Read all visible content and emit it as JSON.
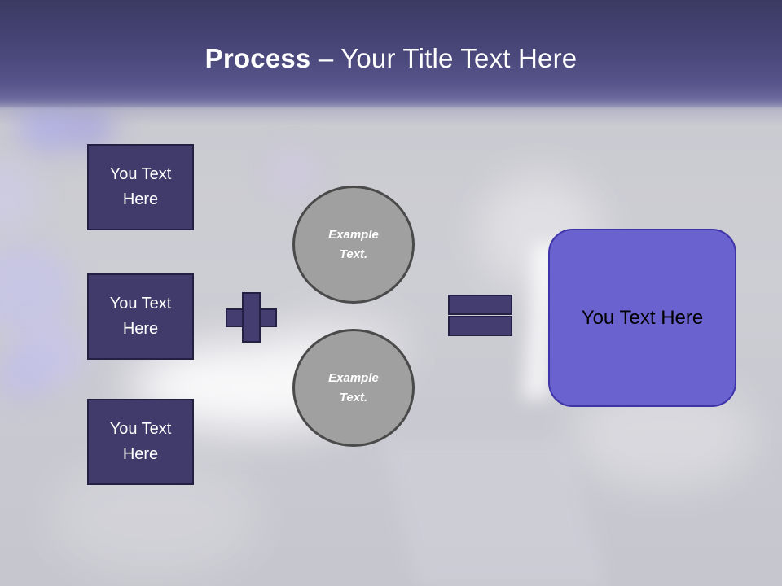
{
  "slide": {
    "title": {
      "emphasis": "Process",
      "separator": " – ",
      "rest": "Your Title Text Here",
      "color": "#ffffff"
    },
    "theme": {
      "header_top": "#3b3b62",
      "header_bottom": "#6c6a9d",
      "background": "#c9c9d0",
      "box_fill": "#403b6b",
      "box_border": "#242043",
      "circle_fill": "#a0a0a0",
      "circle_border": "#4a4a4a",
      "result_fill": "#6a62cf",
      "result_border": "#3f33a8",
      "operator_fill": "#433e6f"
    },
    "inputs": [
      {
        "label": "You Text\nHere"
      },
      {
        "label": "You Text\nHere"
      },
      {
        "label": "You Text\nHere"
      }
    ],
    "operators": {
      "plus": "+",
      "equals": "="
    },
    "circles": [
      {
        "label": "Example\nText."
      },
      {
        "label": "Example\nText."
      }
    ],
    "result": {
      "label": "You Text Here"
    }
  }
}
